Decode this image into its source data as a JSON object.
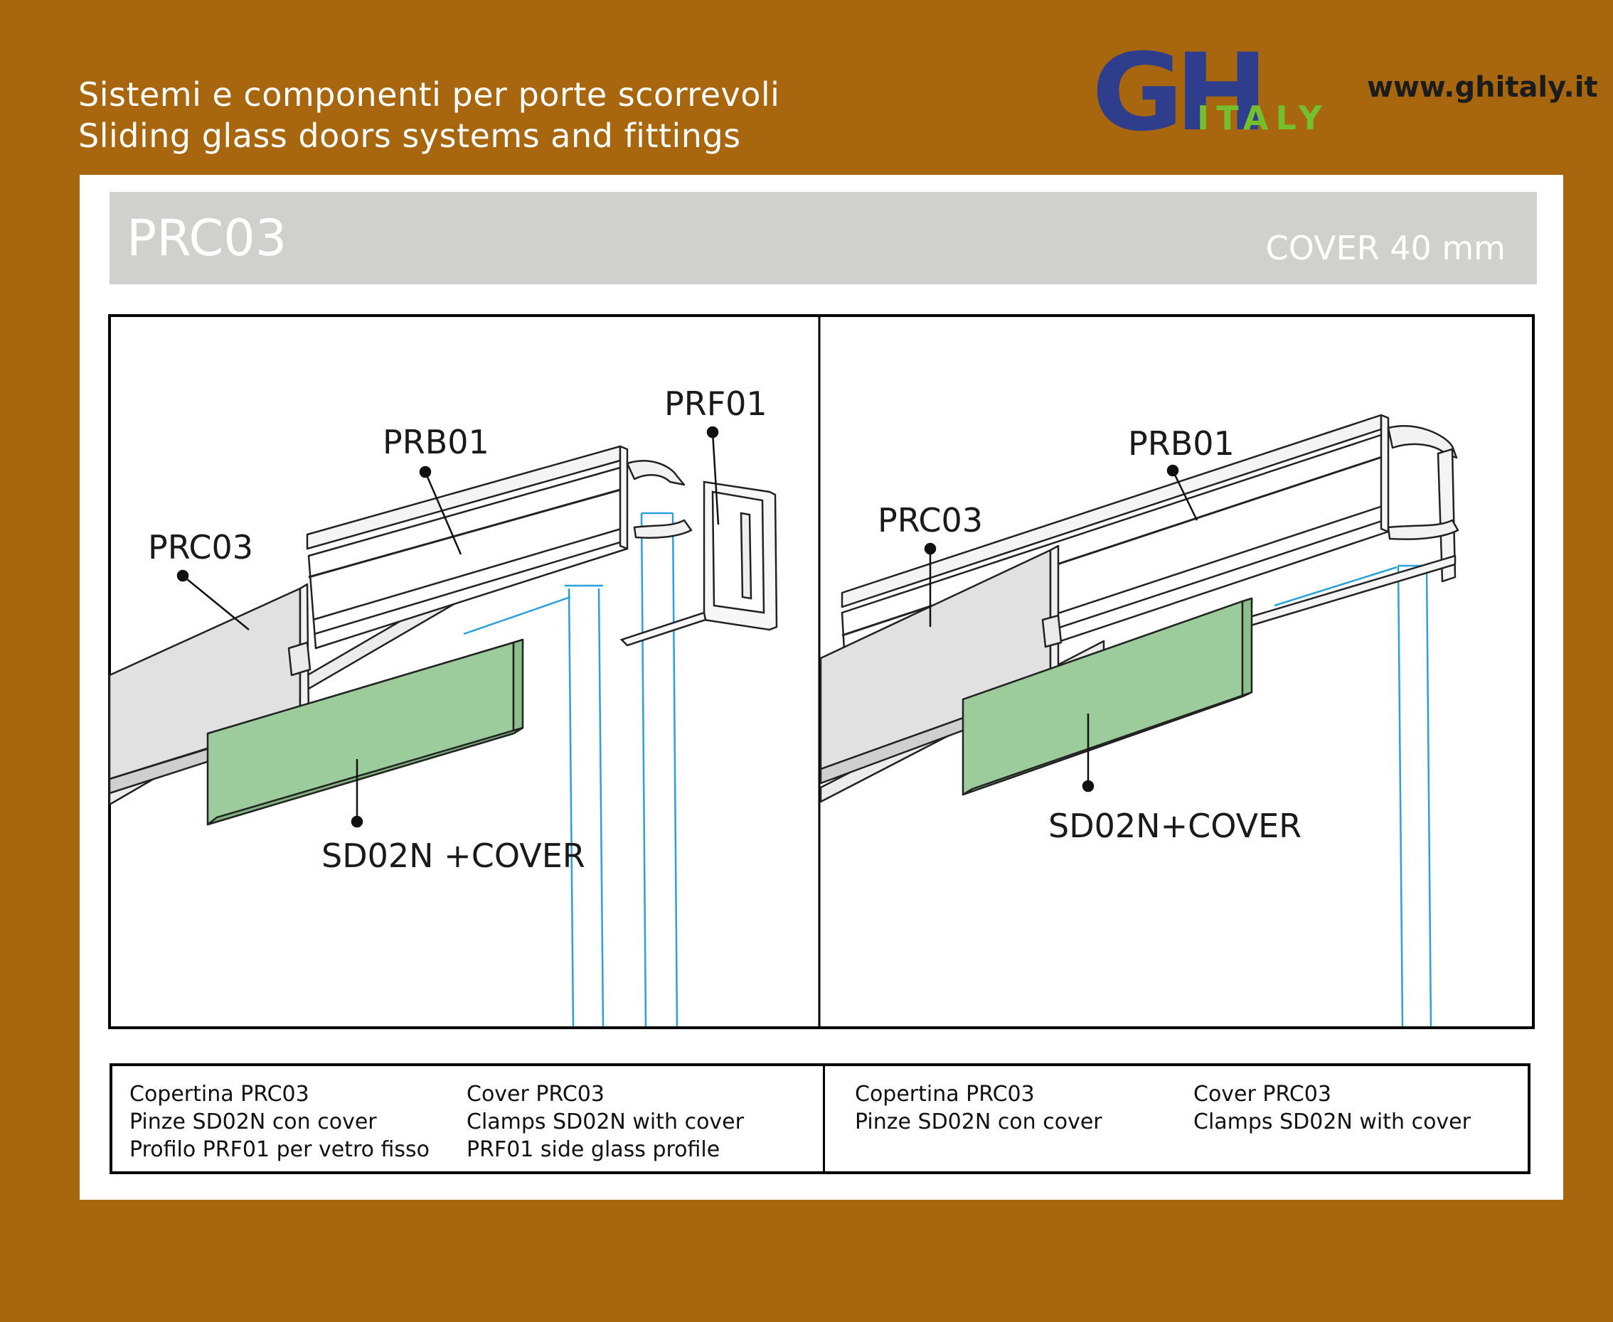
{
  "header": {
    "tagline_it": "Sistemi e componenti per porte scorrevoli",
    "tagline_en": "Sliding glass doors systems and fittings",
    "logo_text": "GH",
    "logo_sub": "ITALY",
    "website": "www.ghitaly.it"
  },
  "colors": {
    "background": "#a8670f",
    "title_bar": "#d0d1cf",
    "logo_blue": "#2e3d8c",
    "logo_green": "#74bf2d",
    "clamp_green": "#9ccc9c",
    "glass_line": "#2aa0dc"
  },
  "title": {
    "code": "PRC03",
    "subtitle": "COVER 40 mm"
  },
  "diagrams": {
    "left": {
      "labels": {
        "prc03": "PRC03",
        "prb01": "PRB01",
        "prf01": "PRF01",
        "clamp": "SD02N +COVER"
      }
    },
    "right": {
      "labels": {
        "prc03": "PRC03",
        "prb01": "PRB01",
        "clamp": "SD02N+COVER"
      }
    }
  },
  "captions": {
    "left_it": [
      "Copertina PRC03",
      "Pinze SD02N con cover",
      "Profilo PRF01 per vetro fisso"
    ],
    "left_en": [
      "Cover PRC03",
      "Clamps SD02N with cover",
      "PRF01 side glass profile"
    ],
    "right_it": [
      "Copertina PRC03",
      "Pinze SD02N con cover"
    ],
    "right_en": [
      "Cover PRC03",
      "Clamps SD02N with cover"
    ]
  }
}
